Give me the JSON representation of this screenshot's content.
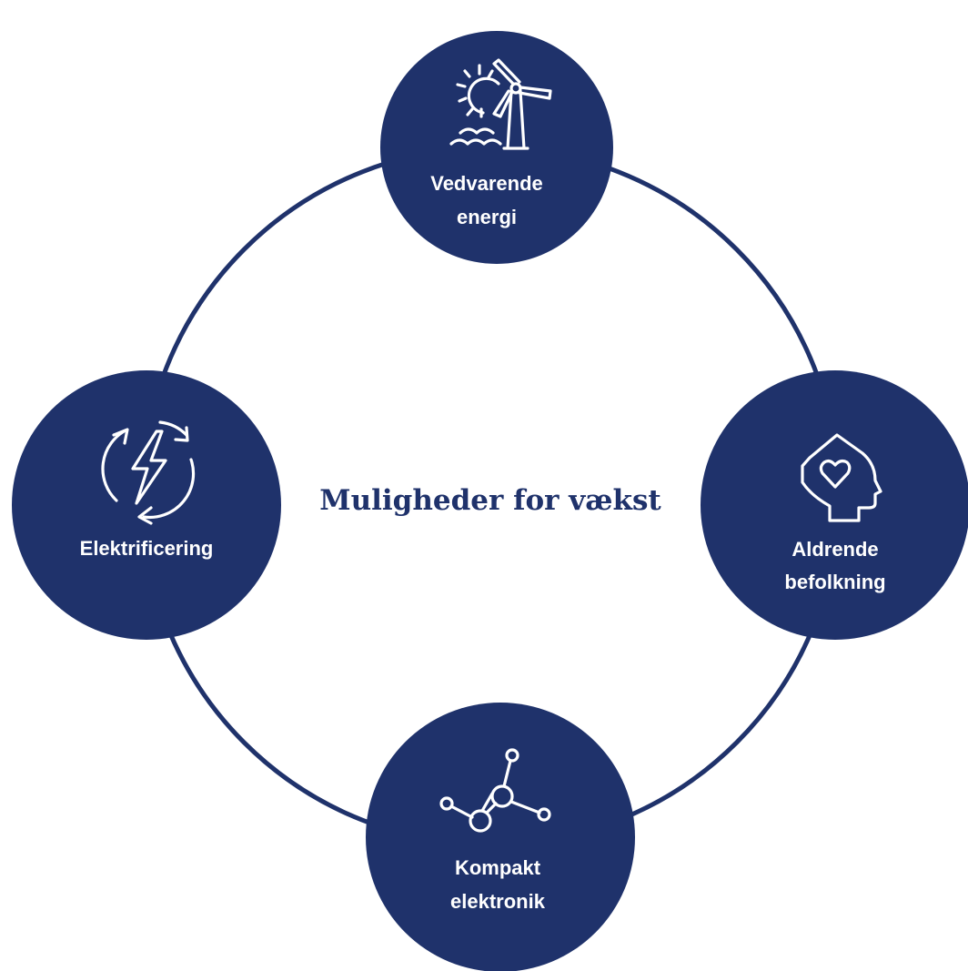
{
  "colors": {
    "node_fill": "#1f326b",
    "ring_stroke": "#1f326b",
    "title_text": "#1f326b",
    "label_text": "#ffffff",
    "background": "#ffffff"
  },
  "center": {
    "title": "Muligheder for vækst"
  },
  "nodes": {
    "top": {
      "icon": "sun-water-wind-turbine-icon",
      "line1": "Vedvarende",
      "line2": "energi"
    },
    "right": {
      "icon": "head-heart-icon",
      "line1": "Aldrende",
      "line2": "befolkning"
    },
    "bottom": {
      "icon": "molecule-nodes-icon",
      "line1": "Kompakt",
      "line2": "elektronik"
    },
    "left": {
      "icon": "cycle-lightning-icon",
      "line1": "Elektrificering"
    }
  }
}
